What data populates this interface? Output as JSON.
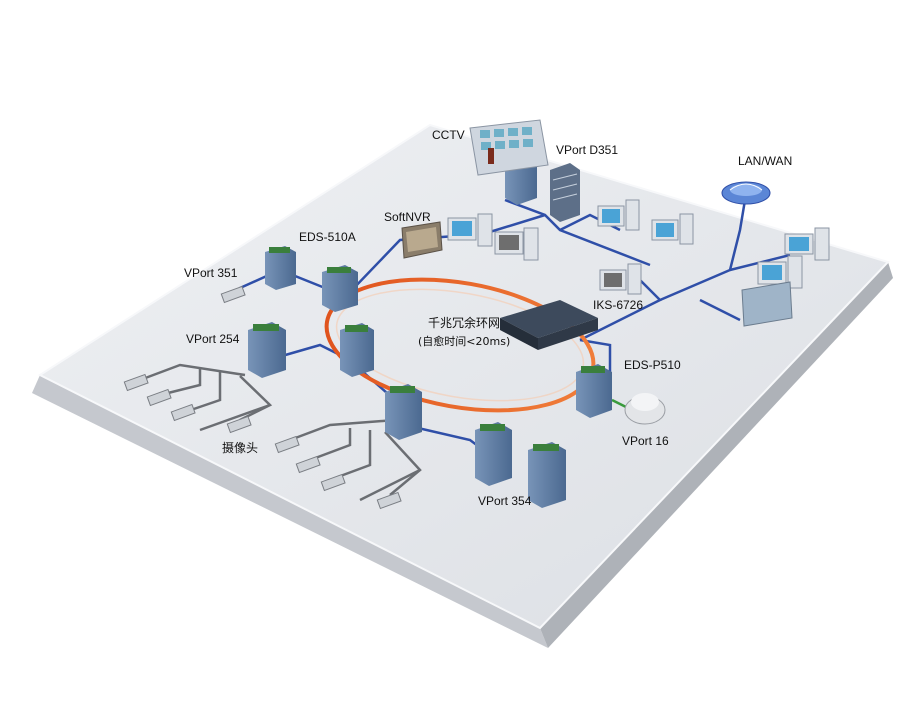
{
  "labels": {
    "cctv": "CCTV",
    "vport_d351": "VPort D351",
    "lan_wan": "LAN/WAN",
    "softnvr": "SoftNVR",
    "eds_510a": "EDS-510A",
    "vport_351": "VPort 351",
    "vport_254": "VPort 254",
    "iks_6726": "IKS-6726",
    "eds_p510": "EDS-P510",
    "vport_16": "VPort 16",
    "camera": "摄像头",
    "vport_354": "VPort 354",
    "ring_title": "千兆冗余环网",
    "ring_subtitle": "(自愈时间<20ms)"
  },
  "colors": {
    "floor_top": "#e6e8ec",
    "floor_edge": "#b9bcc2",
    "link_blue": "#2f4fa8",
    "ring_orange": "#e0541e",
    "camera_cable": "#6b6e73",
    "device_green": "#3a7f3c",
    "switch_body": "#5f7ea6"
  },
  "icons": {
    "switch": "industrial-switch-icon",
    "camera": "cctv-camera-icon",
    "pc": "desktop-pc-icon",
    "server": "server-rack-icon",
    "cloud": "network-globe-icon",
    "console": "cctv-console-icon",
    "dome": "dome-camera-icon"
  }
}
